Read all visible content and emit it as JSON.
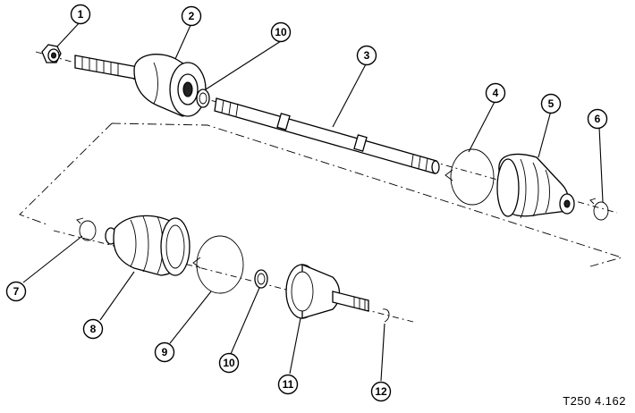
{
  "figure_reference": "T250 4.162",
  "callouts": [
    {
      "label": "1"
    },
    {
      "label": "2"
    },
    {
      "label": "3"
    },
    {
      "label": "4"
    },
    {
      "label": "5"
    },
    {
      "label": "6"
    },
    {
      "label": "7"
    },
    {
      "label": "8"
    },
    {
      "label": "9"
    },
    {
      "label": "10"
    },
    {
      "label": "11"
    },
    {
      "label": "12"
    }
  ]
}
